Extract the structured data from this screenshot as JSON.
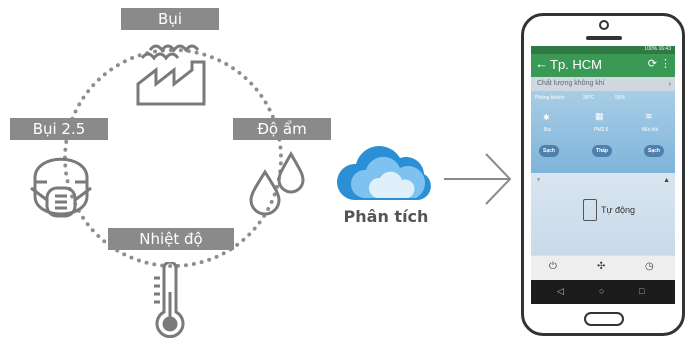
{
  "labels": {
    "dust": "Bụi",
    "pm25": "Bụi 2.5",
    "humidity": "Độ ẩm",
    "temperature": "Nhiệt độ",
    "analyze": "Phân tích"
  },
  "phone": {
    "status_right": "100% 16:43",
    "city": "Tp. HCM",
    "air_quality": "Chất lượng không khí",
    "room_label": "Phòng khách",
    "room_temp": "28°C",
    "room_humidity": "55%",
    "clean_label": "Sạch",
    "level_label": "Thấp",
    "mode_label": "Tự động",
    "sensor_labels": [
      "Bụi",
      "PM2.5",
      "Mùi hôi"
    ]
  },
  "colors": {
    "tag_gray": "#8a8a8a",
    "app_green": "#3a9a55",
    "cloud_blue": "#2b8fd6"
  }
}
